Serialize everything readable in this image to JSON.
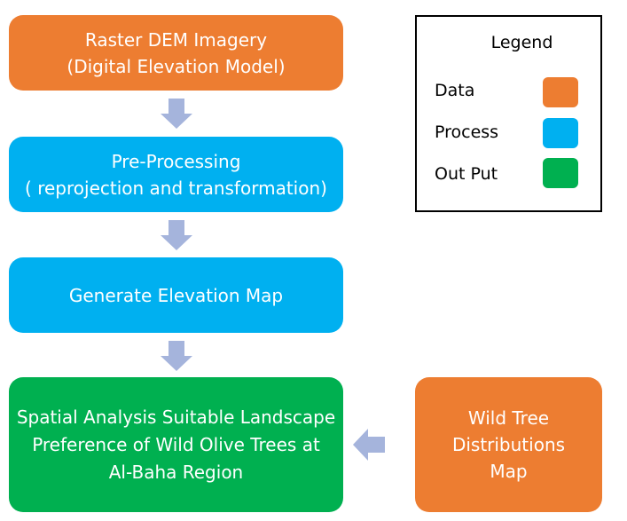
{
  "boxes": {
    "dem": {
      "line1": "Raster DEM Imagery",
      "line2": "(Digital Elevation Model)"
    },
    "preprocessing": {
      "line1": "Pre-Processing",
      "line2": "( reprojection and transformation)"
    },
    "generate": {
      "line1": "Generate Elevation Map"
    },
    "output": {
      "line1": "Spatial Analysis Suitable Landscape",
      "line2": "Preference of Wild Olive Trees at",
      "line3": "Al-Baha Region"
    },
    "wild_tree": {
      "line1": "Wild Tree",
      "line2": "Distributions",
      "line3": "Map"
    }
  },
  "legend": {
    "title": "Legend",
    "items": [
      {
        "label": "Data",
        "color": "#ED7D31"
      },
      {
        "label": "Process",
        "color": "#00B0F0"
      },
      {
        "label": "Out Put",
        "color": "#00B050"
      }
    ]
  },
  "colors": {
    "data": "#ED7D31",
    "process": "#00B0F0",
    "output": "#00B050",
    "arrow": "#A5B4DC"
  }
}
